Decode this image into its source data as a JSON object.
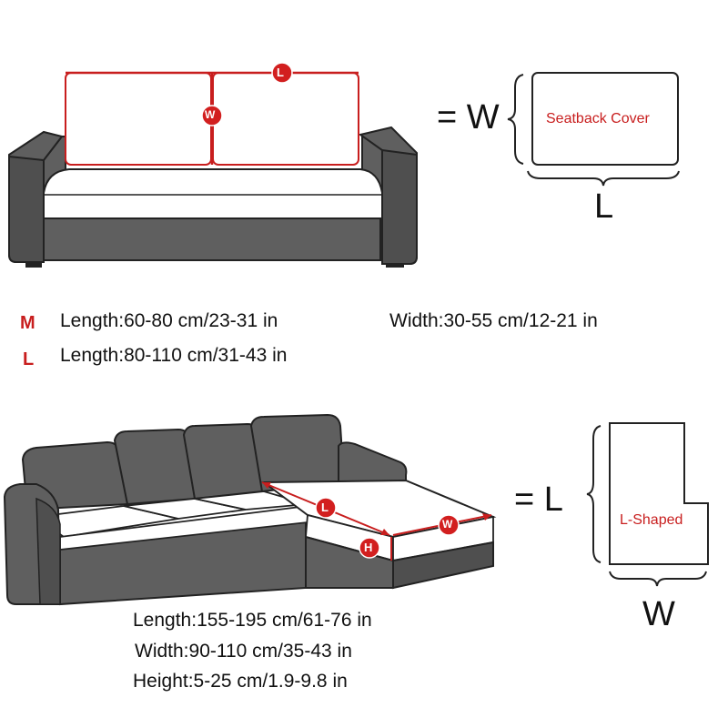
{
  "colors": {
    "sofa_body": "#5f5f5f",
    "sofa_outline": "#222222",
    "sofa_shadow": "#4a4a4a",
    "highlight": "#c81e1e",
    "badge": "#d21f1f",
    "text": "#111111",
    "white": "#ffffff"
  },
  "top": {
    "badge_length": "L",
    "badge_width": "W",
    "equals": "= W",
    "cover_label": "Seatback Cover",
    "dim_below": "L"
  },
  "sizes": [
    {
      "size": "M",
      "length": "Length:60-80 cm/23-31 in",
      "width": "Width:30-55 cm/12-21 in"
    },
    {
      "size": "L",
      "length": "Length:80-110 cm/31-43 in"
    }
  ],
  "bottom": {
    "badge_length": "L",
    "badge_width": "W",
    "badge_height": "H",
    "equals": "= L",
    "cover_label": "L-Shaped",
    "dim_below": "W",
    "specs": [
      "Length:155-195 cm/61-76 in",
      "Width:90-110 cm/35-43 in",
      "Height:5-25 cm/1.9-9.8 in"
    ]
  }
}
